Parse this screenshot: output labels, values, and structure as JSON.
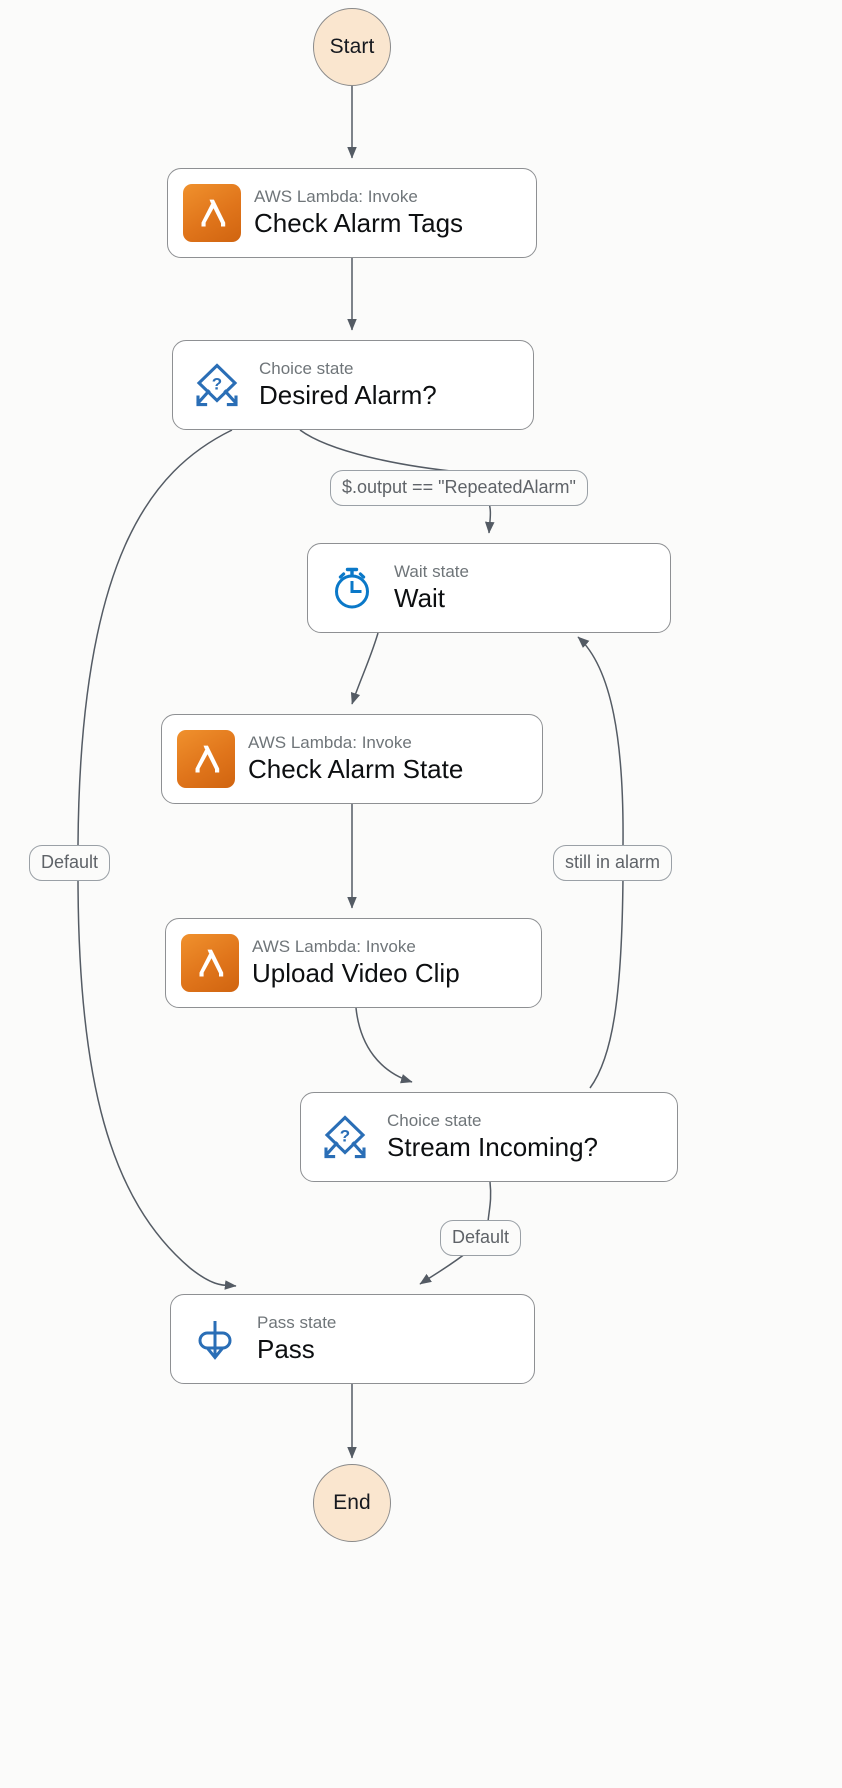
{
  "diagram": {
    "title": "AWS Step Functions state machine graph",
    "background_color": "#fbfbfa",
    "terminal_fill": "#fae6cf",
    "lambda_accent": "#e0751b",
    "state_accent": "#2a6eb6",
    "edge_color": "#545b64"
  },
  "terminals": {
    "start": {
      "label": "Start"
    },
    "end": {
      "label": "End"
    }
  },
  "nodes": [
    {
      "id": "check-alarm-tags",
      "type_label": "AWS Lambda: Invoke",
      "name": "Check Alarm Tags",
      "icon": "aws-lambda-icon"
    },
    {
      "id": "desired-alarm",
      "type_label": "Choice state",
      "name": "Desired Alarm?",
      "icon": "choice-state-icon"
    },
    {
      "id": "wait",
      "type_label": "Wait state",
      "name": "Wait",
      "icon": "wait-state-icon"
    },
    {
      "id": "check-alarm-state",
      "type_label": "AWS Lambda: Invoke",
      "name": "Check Alarm State",
      "icon": "aws-lambda-icon"
    },
    {
      "id": "upload-video-clip",
      "type_label": "AWS Lambda: Invoke",
      "name": "Upload Video Clip",
      "icon": "aws-lambda-icon"
    },
    {
      "id": "stream-incoming",
      "type_label": "Choice state",
      "name": "Stream Incoming?",
      "icon": "choice-state-icon"
    },
    {
      "id": "pass",
      "type_label": "Pass state",
      "name": "Pass",
      "icon": "pass-state-icon"
    }
  ],
  "edge_labels": [
    {
      "id": "repeated-alarm",
      "text": "$.output == \"RepeatedAlarm\""
    },
    {
      "id": "default-from-desired-alarm",
      "text": "Default"
    },
    {
      "id": "still-in-alarm",
      "text": "still in alarm"
    },
    {
      "id": "default-from-stream-incoming",
      "text": "Default"
    }
  ]
}
